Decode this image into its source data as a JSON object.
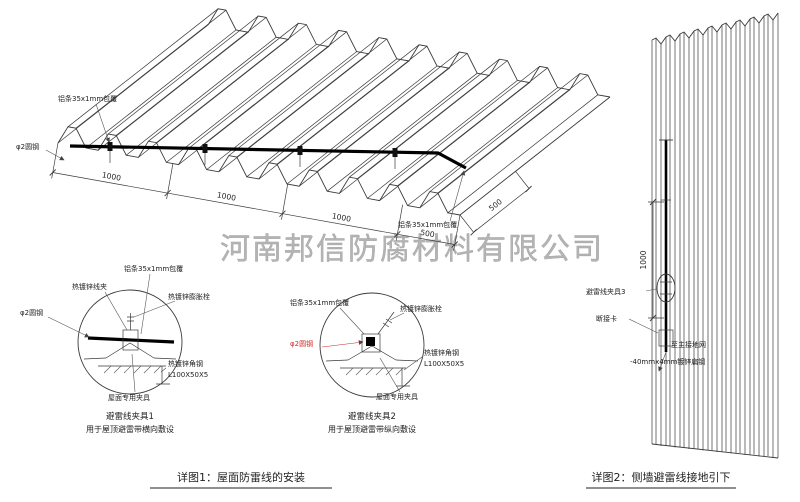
{
  "watermark": {
    "text": "河南邦信防腐材料有限公司"
  },
  "roof": {
    "label_strip_top": "铝条35x1mm包覆",
    "label_strip_right": "铝条35x1mm包覆",
    "label_round_steel": "φ2圆钢",
    "dims": {
      "d1": "1000",
      "d2": "1000",
      "d3": "1000",
      "d4": "500",
      "side": "500"
    }
  },
  "clamp1": {
    "label_wire_clip": "热镀锌线夹",
    "label_strip": "铝条35x1mm包覆",
    "label_bolt": "热镀锌膨胀栓",
    "label_round_steel": "φ2圆钢",
    "label_angle_steel": "热镀锌角钢",
    "label_angle_size": "L100X50X5",
    "label_fixture": "屋面专用夹具",
    "title": "避雷线夹具1",
    "subtitle": "用于屋顶避雷带横向敷设"
  },
  "clamp2": {
    "label_strip": "铝条35x1mm包覆",
    "label_bolt": "热镀锌膨胀栓",
    "label_round_steel": "φ2圆钢",
    "label_angle_steel": "热镀锌角钢",
    "label_angle_size": "L100X50X5",
    "label_fixture": "屋面专用夹具",
    "title": "避雷线夹具2",
    "subtitle": "用于屋顶避雷带纵向敷设"
  },
  "wall": {
    "dim": "1000",
    "label_clamp3": "避雷线夹具3",
    "label_disconnect": "断接卡",
    "label_to_ground": "至主接地网",
    "label_flat_steel": "-40mmx4mm镀锌扁钢"
  },
  "captions": {
    "detail1": "详图1：屋面防雷线的安装",
    "detail2": "详图2：侧墙避雷线接地引下"
  },
  "colors": {
    "line": "#3a3a3a",
    "accent_red": "#cc2a2a",
    "watermark": "#9f9f9f"
  }
}
